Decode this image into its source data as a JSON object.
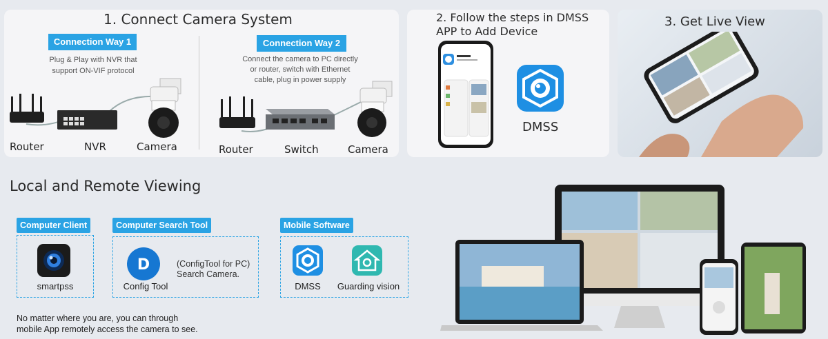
{
  "step1": {
    "title": "1. Connect Camera System",
    "way1": {
      "tag": "Connection Way 1",
      "desc": [
        "Plug & Play with NVR that",
        "support ON-VIF protocol"
      ],
      "labels": [
        "Router",
        "NVR",
        "Camera"
      ]
    },
    "way2": {
      "tag": "Connection Way 2",
      "desc": [
        "Connect the camera to PC directly",
        "or router,  switch with Ethernet",
        "cable,  plug in power supply"
      ],
      "labels": [
        "Router",
        "Switch",
        "Camera"
      ]
    }
  },
  "step2": {
    "title_lines": [
      "2. Follow the steps in DMSS",
      "APP to Add Device"
    ],
    "app_label": "DMSS"
  },
  "step3": {
    "title": "3. Get Live View"
  },
  "remote": {
    "title": "Local and Remote Viewing",
    "cards": [
      {
        "tag": "Computer Client",
        "items": [
          {
            "icon": "smartpss-icon",
            "label": "smartpss"
          }
        ]
      },
      {
        "tag": "Computer Search Tool",
        "items": [
          {
            "icon": "configtool-icon",
            "label": "Config Tool"
          }
        ],
        "note": [
          "(ConfigTool for PC)",
          "Search Camera."
        ]
      },
      {
        "tag": "Mobile Software",
        "items": [
          {
            "icon": "dmss-icon",
            "label": "DMSS"
          },
          {
            "icon": "guarding-vision-icon",
            "label": "Guarding vision"
          }
        ]
      }
    ],
    "footer": [
      "No matter where you are, you can through",
      "mobile App remotely access the camera to see."
    ]
  },
  "colors": {
    "accent": "#2aa3e4",
    "panel": "#f5f5f7",
    "background": "#e7eaef"
  }
}
